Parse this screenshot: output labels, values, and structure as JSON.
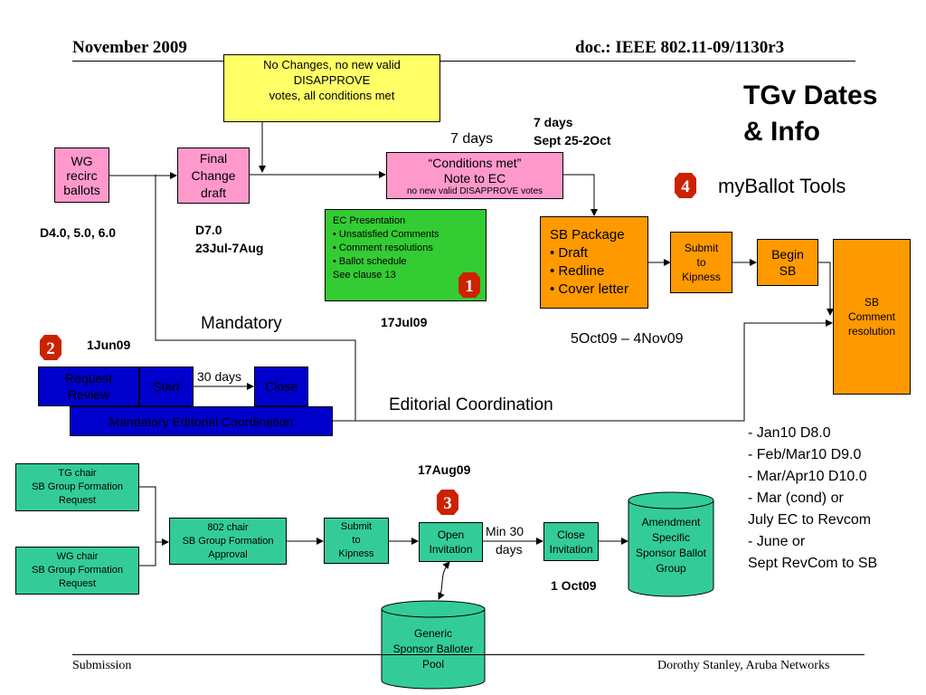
{
  "header": {
    "date": "November 2009",
    "doc": "doc.: IEEE 802.11-09/1130r3"
  },
  "title": {
    "line1": "TGv Dates",
    "line2": "& Info"
  },
  "footer": {
    "left": "Submission",
    "right": "Dorothy Stanley, Aruba Networks"
  },
  "boxes": {
    "no_changes": [
      "No Changes, no new valid",
      "DISAPPROVE",
      "votes, all conditions met"
    ],
    "wg_recirc": [
      "WG",
      "recirc",
      "ballots"
    ],
    "final_change": [
      "Final",
      "Change",
      "draft"
    ],
    "conditions_met": {
      "l1": "“Conditions met”",
      "l2": "Note to EC",
      "l3": "no new valid DISAPPROVE votes"
    },
    "ec_presentation": [
      "EC Presentation",
      "• Unsatisfied Comments",
      "• Comment resolutions",
      "• Ballot schedule",
      "See clause 13"
    ],
    "sb_package": [
      "SB Package",
      "• Draft",
      "• Redline",
      "• Cover letter"
    ],
    "submit_kipness_top": [
      "Submit",
      "to",
      "Kipness"
    ],
    "begin_sb": [
      "Begin",
      "SB"
    ],
    "sb_comment": [
      "SB",
      "Comment",
      "resolution"
    ],
    "request_review": [
      "Request",
      "Review"
    ],
    "start": "Start",
    "close_top": "Close",
    "mandatory_editorial": "Mandatory Editorial Coordination",
    "tg_chair": [
      "TG chair",
      "SB Group Formation",
      "Request"
    ],
    "wg_chair": [
      "WG chair",
      "SB Group Formation",
      "Request"
    ],
    "chair_802": [
      "802 chair",
      "SB Group Formation",
      "Approval"
    ],
    "submit_kipness_bottom": [
      "Submit",
      "to",
      "Kipness"
    ],
    "open_invitation": [
      "Open",
      "Invitation"
    ],
    "close_invitation": [
      "Close",
      "Invitation"
    ],
    "amendment_specific": [
      "Amendment",
      "Specific",
      "Sponsor Ballot",
      "Group"
    ],
    "generic_pool": [
      "Generic",
      "Sponsor Balloter",
      "Pool"
    ]
  },
  "labels": {
    "seven_days": "7 days",
    "seven_days_bold": "7 days",
    "sept_oct": "Sept 25-2Oct",
    "d4_6": "D4.0, 5.0, 6.0",
    "d7": "D7.0",
    "d7_dates": "23Jul-7Aug",
    "mandatory": "Mandatory",
    "jul17": "17Jul09",
    "jun1": "1Jun09",
    "thirty_days": "30 days",
    "editorial_coord": "Editorial Coordination",
    "oct5_nov4": "5Oct09 – 4Nov09",
    "myballot": "myBallot Tools",
    "aug17": "17Aug09",
    "min30": "Min 30",
    "days": "days",
    "oct1": "1 Oct09"
  },
  "schedule": [
    "- Jan10 D8.0",
    "- Feb/Mar10 D9.0",
    "- Mar/Apr10 D10.0",
    "- Mar (cond) or",
    "July EC to Revcom",
    "- June or",
    "Sept RevCom to SB"
  ],
  "badges": {
    "b1": "1",
    "b2": "2",
    "b3": "3",
    "b4": "4"
  },
  "colors": {
    "pink": "#ff99cc",
    "yellow": "#ffff66",
    "orange": "#ff9900",
    "green": "#33cc33",
    "teal": "#33cc99",
    "blue": "#0000cc",
    "badge_red": "#cc2200"
  }
}
